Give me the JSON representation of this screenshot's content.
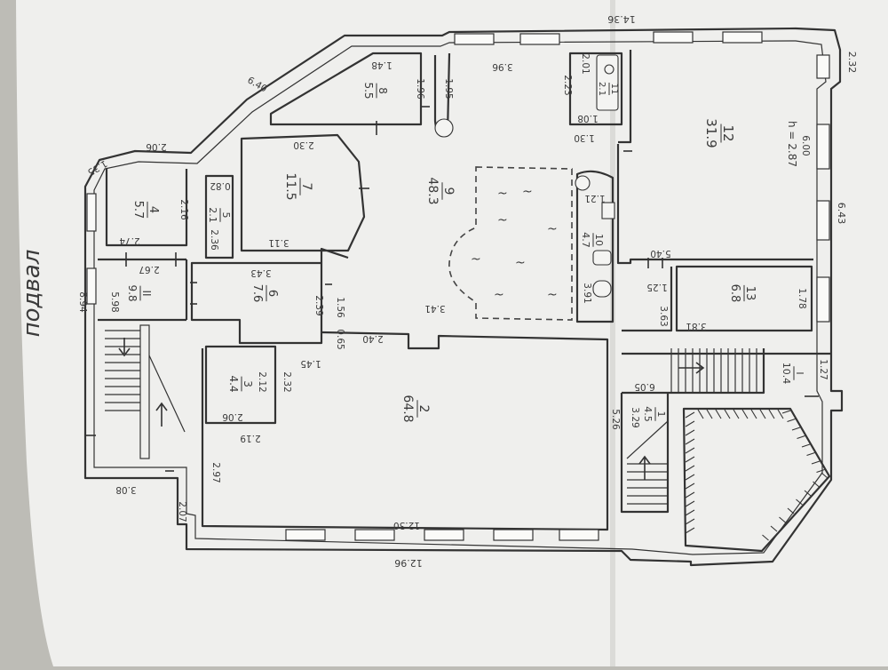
{
  "sheet_label": "подвал",
  "overall": {
    "top": "14.36",
    "bottom": "12.96",
    "right_top": "2.32",
    "right_mid": "6.43"
  },
  "rooms": [
    {
      "no": "1",
      "area": "4.5"
    },
    {
      "no": "2",
      "area": "64.8"
    },
    {
      "no": "3",
      "area": "4.4"
    },
    {
      "no": "4",
      "area": "5.7"
    },
    {
      "no": "5",
      "area": "2.1"
    },
    {
      "no": "6",
      "area": "7.6"
    },
    {
      "no": "7",
      "area": "11.5"
    },
    {
      "no": "8",
      "area": "5.5"
    },
    {
      "no": "9",
      "area": "48.3"
    },
    {
      "no": "10",
      "area": "4.7"
    },
    {
      "no": "11",
      "area": "2.1"
    },
    {
      "no": "12",
      "area": "31.9"
    },
    {
      "no": "13",
      "area": "6.8"
    },
    {
      "no": "I",
      "area": "10.4"
    },
    {
      "no": "II",
      "area": "9.8"
    }
  ],
  "room12_height": "h = 2.87",
  "dims": [
    "3.96",
    "6.40",
    "1.35",
    "2.06",
    "2.30",
    "1.48",
    "1.96",
    "1.95",
    "2.23",
    "2.01",
    "1.08",
    "1.30",
    "0.82",
    "2.36",
    "2.16",
    "2.74",
    "3.11",
    "2.67",
    "5.98",
    "8.94",
    "3.43",
    "2.39",
    "1.56",
    "2.40",
    "0.65",
    "1.45",
    "2.32",
    "2.12",
    "2.06",
    "2.19",
    "2.97",
    "2.07",
    "3.08",
    "12.30",
    "5.26",
    "3.91",
    "3.41",
    "1.21",
    "6.00",
    "5.40",
    "1.25",
    "3.63",
    "1.78",
    "3.81",
    "1.27",
    "6.05",
    "3.29"
  ]
}
